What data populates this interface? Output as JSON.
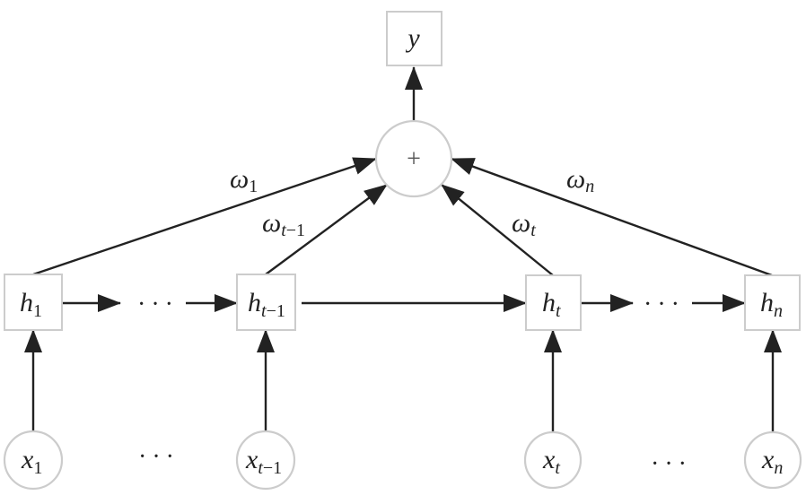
{
  "diagram": {
    "output_node": {
      "symbol": "y"
    },
    "sum_node": {
      "symbol": "+"
    },
    "hidden_nodes": [
      {
        "id": "h1",
        "base": "h",
        "sub": "1",
        "sub_italic": false
      },
      {
        "id": "ht-1",
        "base": "h",
        "sub_var": "t",
        "sub_rest": "−1"
      },
      {
        "id": "ht",
        "base": "h",
        "sub": "t",
        "sub_italic": true
      },
      {
        "id": "hn",
        "base": "h",
        "sub": "n",
        "sub_italic": true
      }
    ],
    "input_nodes": [
      {
        "id": "x1",
        "base": "x",
        "sub": "1",
        "sub_italic": false
      },
      {
        "id": "xt-1",
        "base": "x",
        "sub_var": "t",
        "sub_rest": "−1"
      },
      {
        "id": "xt",
        "base": "x",
        "sub": "t",
        "sub_italic": true
      },
      {
        "id": "xn",
        "base": "x",
        "sub": "n",
        "sub_italic": true
      }
    ],
    "weights": [
      {
        "id": "w1",
        "base": "ω",
        "sub": "1"
      },
      {
        "id": "wt-1",
        "base": "ω",
        "sub_var": "t",
        "sub_rest": "−1"
      },
      {
        "id": "wt",
        "base": "ω",
        "sub": "t"
      },
      {
        "id": "wn",
        "base": "ω",
        "sub": "n"
      }
    ],
    "ellipsis": "···"
  }
}
